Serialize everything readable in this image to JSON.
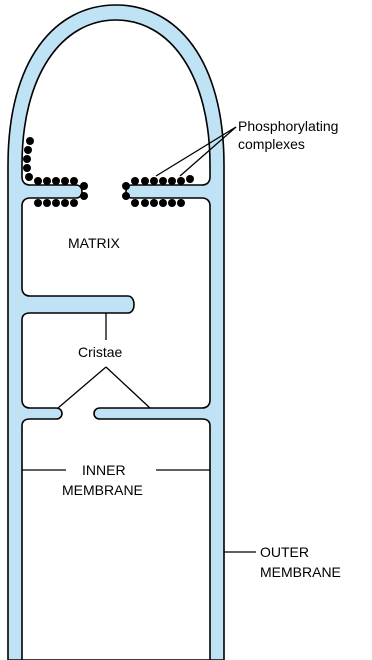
{
  "colors": {
    "membrane_fill": "#bfe3f5",
    "outline": "#000000",
    "background": "#ffffff"
  },
  "labels": {
    "phosphorylating_line1": "Phosphorylating",
    "phosphorylating_line2": "complexes",
    "matrix": "MATRIX",
    "cristae": "Cristae",
    "inner_line1": "INNER",
    "inner_line2": "MEMBRANE",
    "outer_line1": "OUTER",
    "outer_line2": "MEMBRANE"
  }
}
